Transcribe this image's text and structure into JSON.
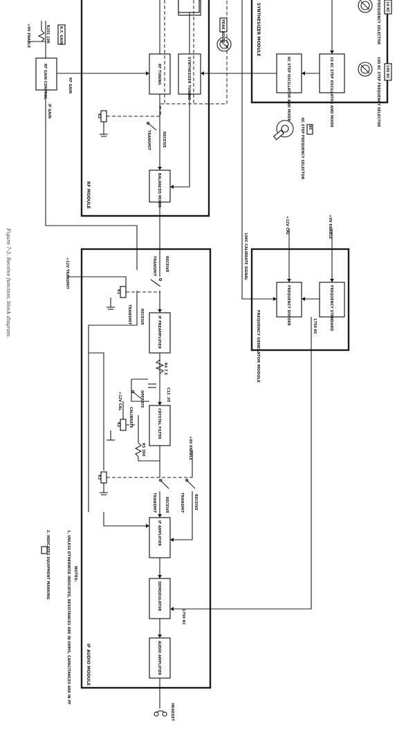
{
  "caption": "Figure 7-3.  Receive function, block diagram.",
  "modules": {
    "rf": "RF MODULE",
    "synth": "SYNTHESIZER MODULE",
    "freq": "FREQUENCY GENERATOR MODULE",
    "if_audio": "IF AUDIO MODULE"
  },
  "blocks": {
    "rf_gain_control": "RF GAIN CONTROL",
    "rf_tuning": "RF TUNING",
    "synth_tuning": "SYNTHESIZER TUNING",
    "balanced_mixer": "BALANCED MIXER",
    "kc_step_osc": "KC STEP OSCILLATOR AND MIXER",
    "k10_step_osc": "10 KC STEP OSCILLATOR AND MIXER",
    "freq_divider": "FREQUENCY DIVIDER",
    "freq_standard": "FREQUENCY STANDARD",
    "if_preamp": "IF PREAMPLIFIER",
    "crystal_filter": "CRYSTAL FILTER",
    "if_amp": "IF AMPLIFIER",
    "demod": "DEMODULATOR",
    "audio_amp": "AUDIO AMPLIFIER"
  },
  "labels": {
    "rf_gain_marking": "R.F. GAIN",
    "r201": "R201 10K",
    "plus9v_enable_1": "+9V ENABLE",
    "rf_gain": "RF GAIN",
    "if_gain": "IF GAIN",
    "peak_noise": "PEAK NOISE",
    "kc_step_sel": "KC STEP FREQUENCY SELECTOR",
    "kc_box": "KC",
    "k100_step_sel": "100 KC STEP FREQUENCY SELECTOR",
    "k100_box": "100 KC",
    "k10_box": "10 KC",
    "k10_freq_sel": "FREQUENCY SELECTOR",
    "k2": "K2",
    "receive_1": "RECEIVE",
    "transmit_1": "TRANSMIT",
    "cal_signal": "10KC CALIBRATE SIGNAL",
    "plus12v_cal_1": "+12V CAL",
    "plus9v_enable_2": "+9V ENABLE",
    "kc1750": "1750 KC",
    "plus12v_transmit": "+12V TRANSMIT",
    "transmit_2": "TRANSMIT",
    "receive_2": "RECEIVE",
    "k1": "K1",
    "transmit_3": "TRANSMIT",
    "receive_3": "RECEIVE",
    "r4": "R4 7.5",
    "c12": "C12 .05",
    "plus12v_cal_2": "+12V CAL",
    "calibrate": "CALIBRATE",
    "operate": "OPERATE",
    "k2b": "K2",
    "r5": "R5 300",
    "plus9v_enable_3": "+9V ENABLE",
    "k3": "K3",
    "transmit_4": "TRANSMIT",
    "receive_4": "RECEIVE",
    "transmit_5": "TRANSMIT",
    "receive_5": "RECEIVE",
    "kc1750_b": "1750 KC",
    "headset": "HEADSET"
  },
  "notes": {
    "title": "NOTES:",
    "n1": "1. UNLESS OTHERWISE INDICATED, RESISTANCES ARE IN OHMS, CAPACITANCES ARE IN PF",
    "n2": "2.        INDICATES EQUIPMENT MARKING"
  }
}
